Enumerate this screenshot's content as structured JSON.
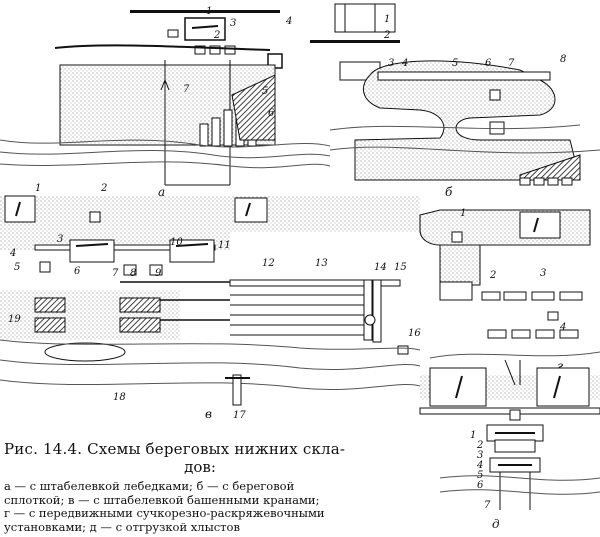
{
  "caption": {
    "title_line1": "Рис. 14.4. Схемы береговых нижних скла-",
    "title_line2": "дов:",
    "legend_line1": "а — с штабелевкой лебедками; б — с береговой",
    "legend_line2": "сплоткой; в — с штабелевкой башенными кранами;",
    "legend_line3": "г — с передвижными сучкорезно-раскряжевочными",
    "legend_line4": "установками; д — с отгрузкой хлыстов"
  },
  "diagrams": {
    "a": {
      "sublabel": "а",
      "callouts": [
        "1",
        "2",
        "3",
        "4",
        "5",
        "6",
        "7"
      ]
    },
    "b": {
      "sublabel": "б",
      "callouts": [
        "1",
        "2",
        "3",
        "4",
        "5",
        "6",
        "7",
        "8"
      ]
    },
    "v": {
      "sublabel": "в",
      "callouts": [
        "1",
        "2",
        "3",
        "4",
        "5",
        "6",
        "7",
        "8",
        "9",
        "10",
        "11",
        "12",
        "13",
        "14",
        "15",
        "16",
        "17",
        "18",
        "19"
      ]
    },
    "g": {
      "sublabel": "г"
    },
    "d": {
      "sublabel": "д",
      "callouts": [
        "1",
        "2",
        "3",
        "4",
        "5",
        "6",
        "7"
      ]
    },
    "gd_top": {
      "callouts": [
        "1",
        "2",
        "3",
        "4"
      ]
    }
  },
  "colors": {
    "ink": "#111111",
    "stipple": "#8a8a8a",
    "water": "#555555",
    "paper": "#ffffff"
  }
}
